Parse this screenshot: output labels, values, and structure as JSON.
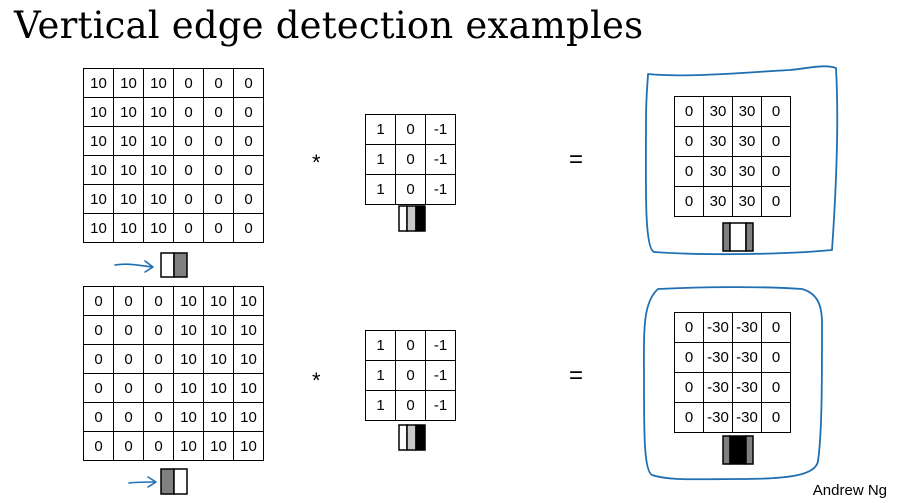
{
  "title": "Vertical edge detection examples",
  "author": "Andrew Ng",
  "operator": "*",
  "equals": "=",
  "example1": {
    "input": [
      [
        "10",
        "10",
        "10",
        "0",
        "0",
        "0"
      ],
      [
        "10",
        "10",
        "10",
        "0",
        "0",
        "0"
      ],
      [
        "10",
        "10",
        "10",
        "0",
        "0",
        "0"
      ],
      [
        "10",
        "10",
        "10",
        "0",
        "0",
        "0"
      ],
      [
        "10",
        "10",
        "10",
        "0",
        "0",
        "0"
      ],
      [
        "10",
        "10",
        "10",
        "0",
        "0",
        "0"
      ]
    ],
    "filter": [
      [
        "1",
        "0",
        "-1"
      ],
      [
        "1",
        "0",
        "-1"
      ],
      [
        "1",
        "0",
        "-1"
      ]
    ],
    "output": [
      [
        "0",
        "30",
        "30",
        "0"
      ],
      [
        "0",
        "30",
        "30",
        "0"
      ],
      [
        "0",
        "30",
        "30",
        "0"
      ],
      [
        "0",
        "30",
        "30",
        "0"
      ]
    ]
  },
  "example2": {
    "input": [
      [
        "0",
        "0",
        "0",
        "10",
        "10",
        "10"
      ],
      [
        "0",
        "0",
        "0",
        "10",
        "10",
        "10"
      ],
      [
        "0",
        "0",
        "0",
        "10",
        "10",
        "10"
      ],
      [
        "0",
        "0",
        "0",
        "10",
        "10",
        "10"
      ],
      [
        "0",
        "0",
        "0",
        "10",
        "10",
        "10"
      ],
      [
        "0",
        "0",
        "0",
        "10",
        "10",
        "10"
      ]
    ],
    "filter": [
      [
        "1",
        "0",
        "-1"
      ],
      [
        "1",
        "0",
        "-1"
      ],
      [
        "1",
        "0",
        "-1"
      ]
    ],
    "output": [
      [
        "0",
        "-30",
        "-30",
        "0"
      ],
      [
        "0",
        "-30",
        "-30",
        "0"
      ],
      [
        "0",
        "-30",
        "-30",
        "0"
      ],
      [
        "0",
        "-30",
        "-30",
        "0"
      ]
    ]
  },
  "colors": {
    "annotation_blue": "#1f6fb2",
    "white": "#ffffff",
    "gray": "#808080",
    "black": "#000000",
    "light_gray": "#c8c8c8"
  }
}
